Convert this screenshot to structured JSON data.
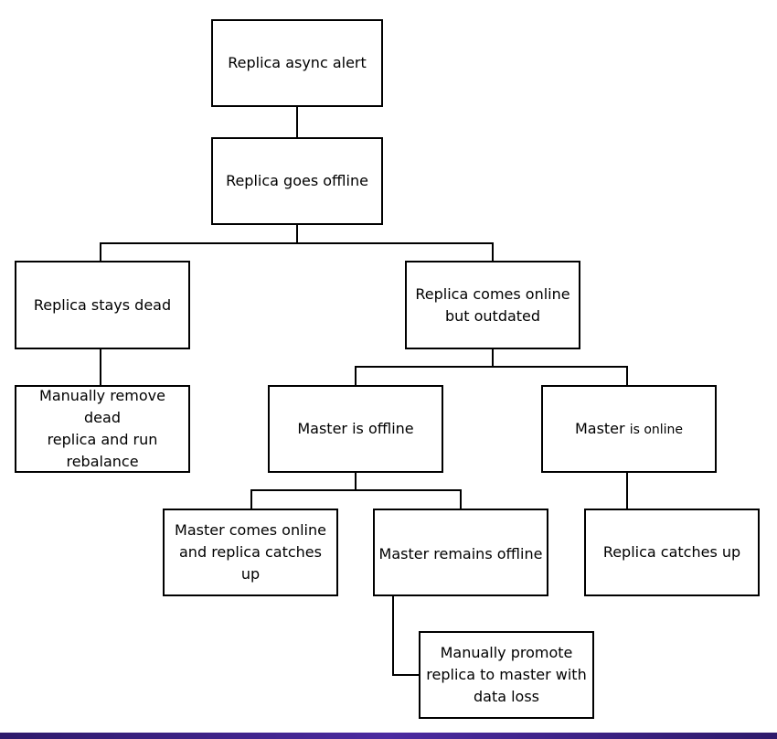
{
  "nodes": {
    "alert": "Replica async alert",
    "offline": "Replica goes offline",
    "dead": "Replica stays dead",
    "online_outdated": "Replica comes online\nbut outdated",
    "remove_dead": "Manually remove dead\nreplica and run\nrebalance",
    "master_offline": "Master is offline",
    "master_online": {
      "prefix": "Master ",
      "suffix": "is online"
    },
    "master_comes_online": "Master comes online\nand replica catches up",
    "master_remains_offline": "Master remains offline",
    "replica_catches_up": "Replica catches up",
    "promote": "Manually promote\nreplica to master with\ndata loss"
  },
  "colors": {
    "line": "#000000",
    "accent_bar": "#4b2aa0"
  }
}
